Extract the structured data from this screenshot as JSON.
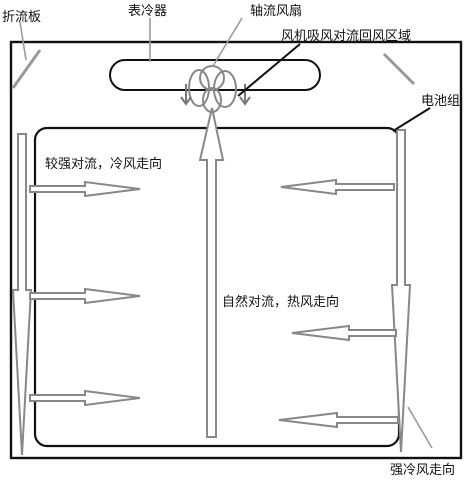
{
  "labels": {
    "baffle": "折流板",
    "cooler": "表冷器",
    "fan": "轴流风扇",
    "return_zone": "风机吸风对流回风区域",
    "battery_pack": "电池组",
    "strong_conv": "较强对流，冷风走向",
    "natural_conv": "自然对流，热风走向",
    "strong_cold": "强冷风走向"
  },
  "colors": {
    "frame": "#111111",
    "arrow_fill": "#ffffff",
    "arrow_stroke": "#8a8a8a",
    "leader": "#9a9a9a"
  }
}
